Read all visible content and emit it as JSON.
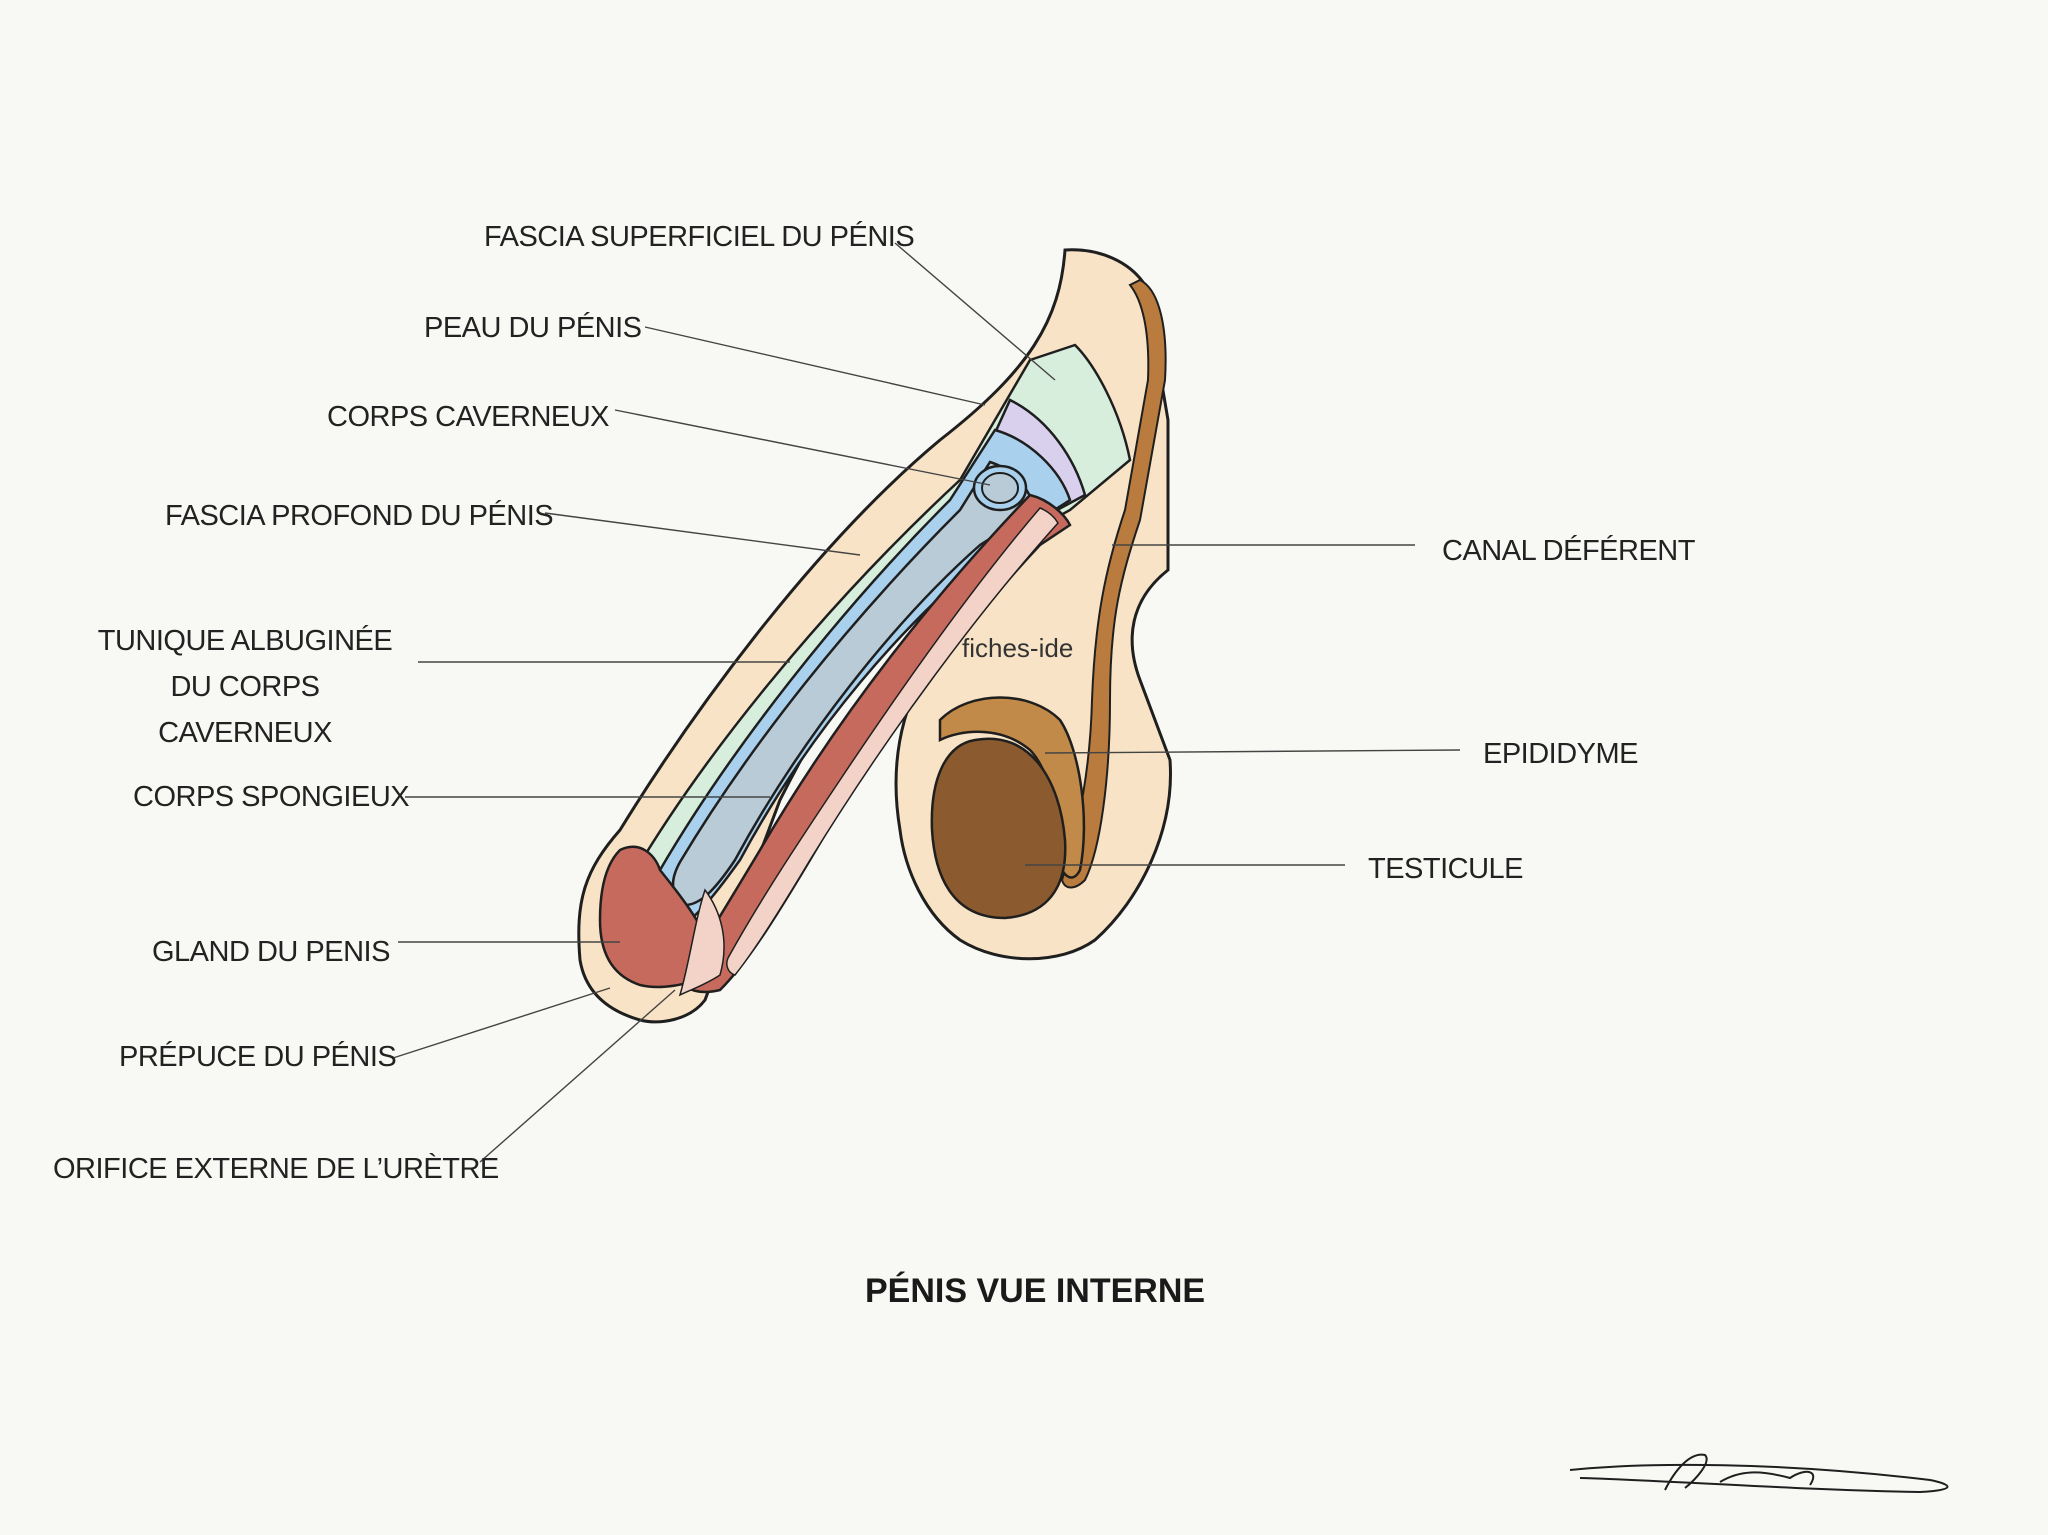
{
  "title": "PÉNIS VUE INTERNE",
  "watermark": "fiches-ide",
  "signature_text": "Léana",
  "labels": {
    "fascia_superficiel": "FASCIA SUPERFICIEL DU PÉNIS",
    "peau": "PEAU DU PÉNIS",
    "corps_caverneux": "CORPS CAVERNEUX",
    "fascia_profond": "FASCIA PROFOND DU PÉNIS",
    "tunique_line1": "TUNIQUE ALBUGINÉE",
    "tunique_line2": "DU CORPS CAVERNEUX",
    "corps_spongieux": "CORPS SPONGIEUX",
    "gland": "GLAND DU PENIS",
    "prepuce": "PRÉPUCE DU PÉNIS",
    "orifice": "ORIFICE EXTERNE DE L’URÈTRE",
    "canal_deferent": "CANAL DÉFÉRENT",
    "epididyme": "EPIDIDYME",
    "testicule": "TESTICULE"
  },
  "colors": {
    "background": "#f8f8f5",
    "skin": "#f8e3c6",
    "fascia_superficiel": "#d8eedd",
    "fascia_profond": "#d9d0ee",
    "tunique": "#a9d1ee",
    "corps_caverneux": "#b8cbd6",
    "corps_spongieux": "#c66a5e",
    "uretre": "#f3d3c8",
    "canal": "#b97c3e",
    "epididyme": "#c28a48",
    "testicule": "#8b5a2e",
    "outline": "#1f1f1f"
  }
}
